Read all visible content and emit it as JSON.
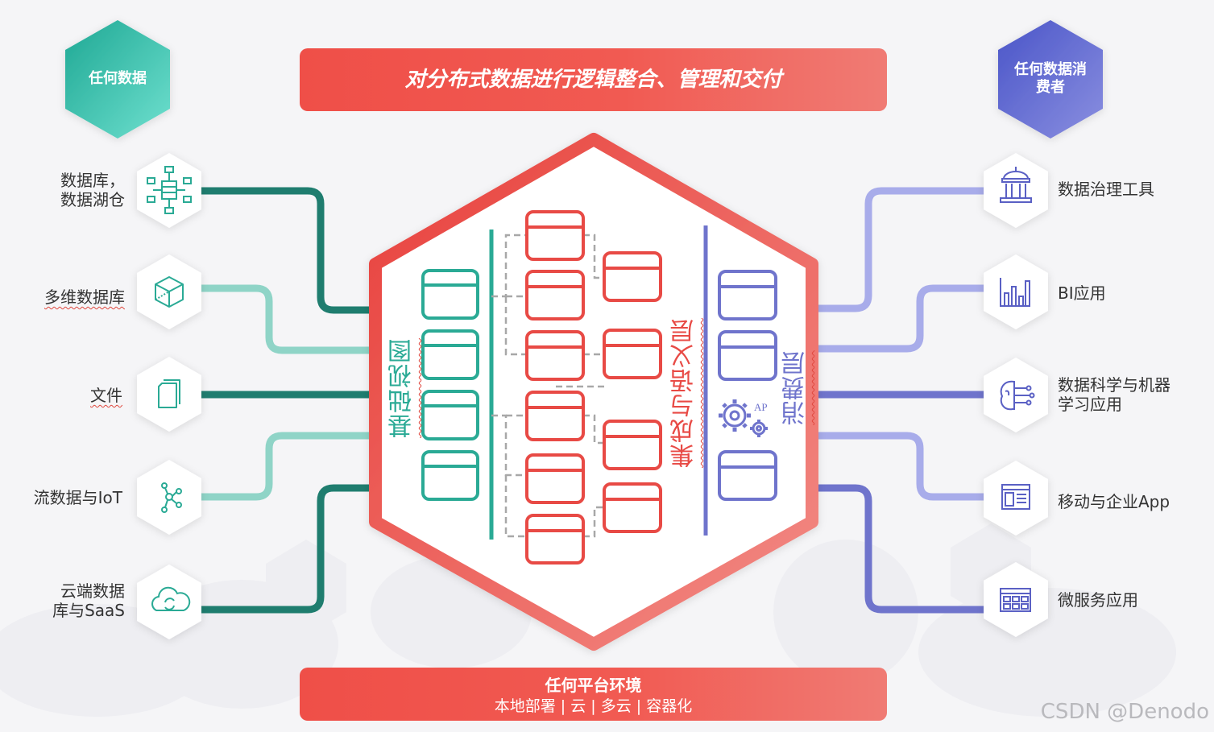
{
  "top_banner": "对分布式数据进行逻辑整合、管理和交付",
  "bottom_banner": {
    "title": "任何平台环境",
    "subtitle": "本地部署 | 云 | 多云 | 容器化"
  },
  "left_header": "任何数据",
  "right_header": "任何数据消费者",
  "sources": [
    {
      "label": "数据库，\n数据湖仓",
      "icon": "database-network-icon"
    },
    {
      "label": "多维数据库",
      "icon": "cube-icon"
    },
    {
      "label": "文件",
      "icon": "file-icon"
    },
    {
      "label": "流数据与IoT",
      "icon": "iot-network-icon"
    },
    {
      "label": "云端数据\n库与SaaS",
      "icon": "cloud-sync-icon"
    }
  ],
  "consumers": [
    {
      "label": "数据治理工具",
      "icon": "government-building-icon"
    },
    {
      "label": "BI应用",
      "icon": "bar-chart-icon"
    },
    {
      "label": "数据科学与机器\n学习应用",
      "icon": "brain-icon"
    },
    {
      "label": "移动与企业App",
      "icon": "app-window-icon"
    },
    {
      "label": "微服务应用",
      "icon": "microservices-grid-icon"
    }
  ],
  "layers": {
    "base": "基础视图",
    "integration": "集成与语义层",
    "consumption": "消费层"
  },
  "api_label": "AP",
  "watermark": "CSDN @Denodo",
  "colors": {
    "red": "#e84a45",
    "teal": "#2aaa95",
    "dark_teal": "#1f7d6f",
    "light_teal": "#8fd4c7",
    "purple": "#6f74cc",
    "light_purple": "#a8acea"
  }
}
